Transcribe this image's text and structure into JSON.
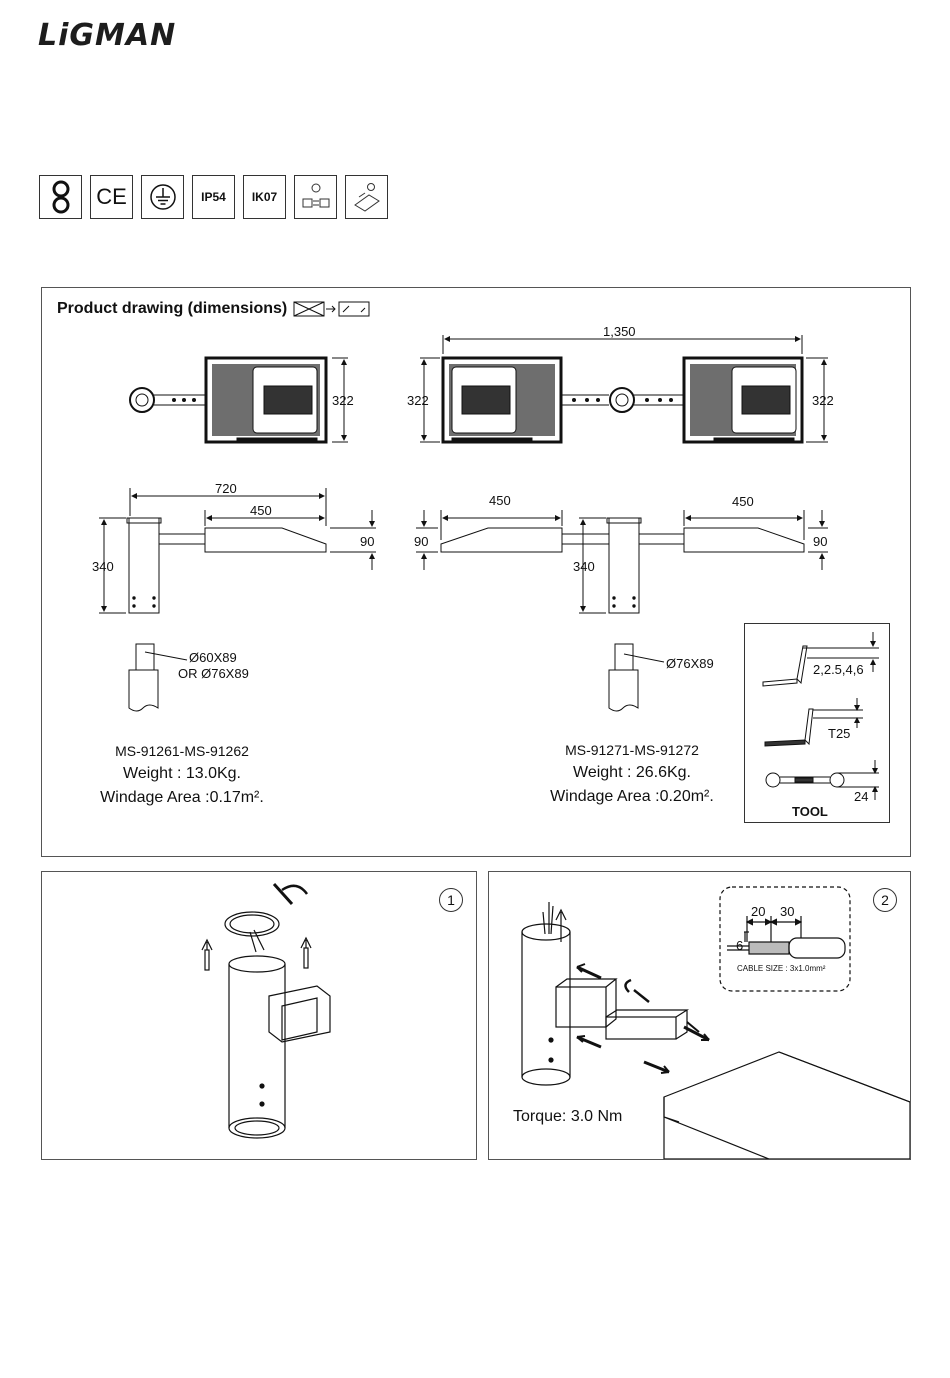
{
  "brand": {
    "logo_text": "LiGMAN"
  },
  "certifications": [
    {
      "icon": "class-ii-double-insulation-icon",
      "label": ""
    },
    {
      "icon": "ce-mark-icon",
      "label": "CE"
    },
    {
      "icon": "earth-ground-icon",
      "label": ""
    },
    {
      "icon": "ip-rating-icon",
      "label": "IP54"
    },
    {
      "icon": "ik-rating-icon",
      "label": "IK07"
    },
    {
      "icon": "maintenance-swap-icon",
      "label": ""
    },
    {
      "icon": "tool-free-icon",
      "label": ""
    }
  ],
  "product_drawing": {
    "title": "Product drawing (dimensions)",
    "top_view": {
      "overall_width": "1,350",
      "height_left": "322",
      "height_mid": "322",
      "height_right": "322"
    },
    "side_view": {
      "single_total": "720",
      "single_head": "450",
      "single_thickness": "90",
      "single_pole": "340",
      "double_head_left": "450",
      "double_head_right": "450",
      "double_thickness_left": "90",
      "double_thickness_right": "90",
      "double_pole": "340"
    },
    "mount_single": {
      "line1": "Ø60X89",
      "line2": "OR Ø76X89"
    },
    "mount_double": {
      "line1": "Ø76X89"
    },
    "model_single": {
      "code": "MS-91261-MS-91262",
      "weight": "Weight : 13.0Kg.",
      "windage": "Windage Area :0.17m²."
    },
    "model_double": {
      "code": "MS-91271-MS-91272",
      "weight": "Weight : 26.6Kg.",
      "windage": "Windage Area :0.20m²."
    },
    "tools": {
      "hex_sizes": "2,2.5,4,6",
      "torx": "T25",
      "wrench": "24",
      "label": "TOOL"
    }
  },
  "step1": {
    "number": "1"
  },
  "step2": {
    "number": "2",
    "strip_a": "20",
    "strip_b": "30",
    "strip_c": "6",
    "cable_size": "CABLE SIZE : 3x1.0mm²",
    "torque": "Torque: 3.0 Nm"
  }
}
